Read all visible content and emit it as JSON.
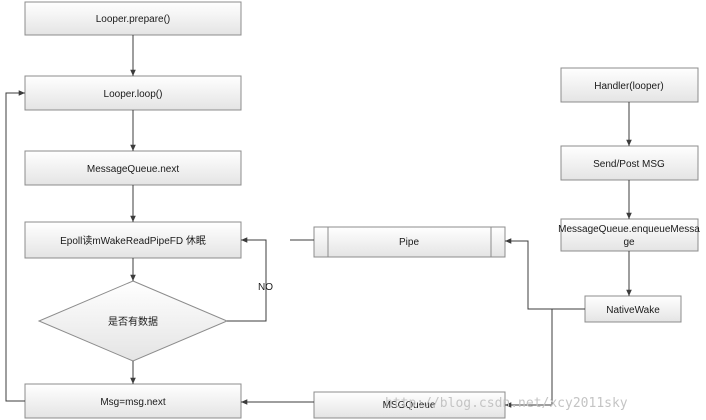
{
  "nodes": {
    "looper_prepare": "Looper.prepare()",
    "looper_loop": "Looper.loop()",
    "mq_next": "MessageQueue.next",
    "epoll": "Epoll读mWakeReadPipeFD 休眠",
    "decision": "是否有数据",
    "msg_next": "Msg=msg.next",
    "handler": "Handler(looper)",
    "send_post": "Send/Post MSG",
    "enqueue_line1": "MessageQueue.enqueueMessa",
    "enqueue_line2": "ge",
    "native_wake": "NativeWake",
    "pipe": "Pipe",
    "msgqueue": "MSGQueue"
  },
  "edge_labels": {
    "no": "NO"
  },
  "watermark": "http://blog.csdn.net/xcy2011sky",
  "colors": {
    "box_top": "#ffffff",
    "box_bottom": "#e4e4e4",
    "border": "#8c8c8c",
    "line": "#3c3c3c"
  }
}
